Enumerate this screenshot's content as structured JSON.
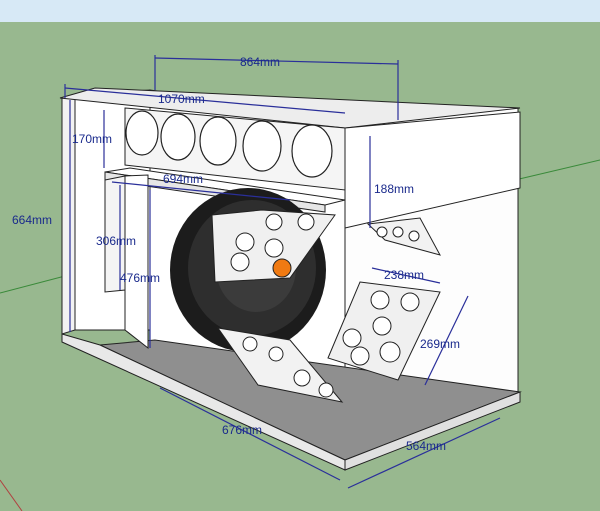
{
  "dimensions": {
    "inner_width": "864mm",
    "outer_width": "1070mm",
    "top_gap": "170mm",
    "shelf_width": "694mm",
    "port_height": "188mm",
    "outer_height": "664mm",
    "inner_height": "306mm",
    "cavity_height": "476mm",
    "panel_width": "238mm",
    "panel_height": "269mm",
    "floor_length": "676mm",
    "depth": "564mm"
  },
  "colors": {
    "background": "#98b88f",
    "sky": "#d7e9f6",
    "panel": "#ffffff",
    "floor": "#8c8c8c",
    "dimension": "#1a2a8c",
    "driver": "#1c1c1c",
    "accent": "#f07a12"
  }
}
